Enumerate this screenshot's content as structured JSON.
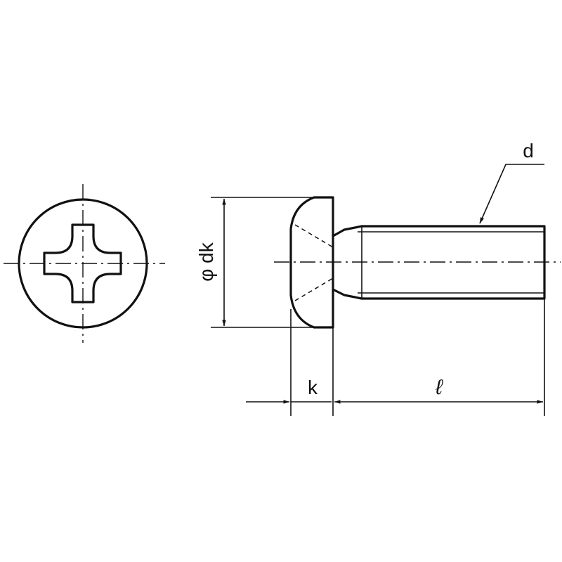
{
  "labels": {
    "thread_diameter": "d",
    "head_diameter": "φ dk",
    "head_height": "k",
    "length": "ℓ"
  },
  "colors": {
    "line": "#111111",
    "background": "#ffffff"
  }
}
